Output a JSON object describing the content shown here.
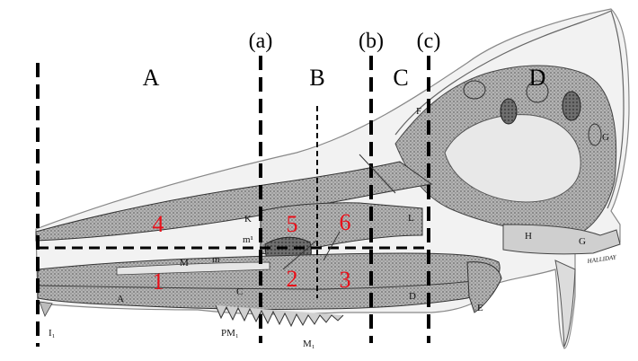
{
  "top_labels": {
    "a": "(a)",
    "b": "(b)",
    "c": "(c)",
    "A": "A",
    "B": "B",
    "C": "C",
    "D": "D"
  },
  "region_numbers": {
    "n1": "1",
    "n2": "2",
    "n3": "3",
    "n4": "4",
    "n5": "5",
    "n6": "6"
  },
  "anatomical_labels": {
    "K": "K",
    "F": "F",
    "G_top": "G",
    "G_bottom": "G",
    "H": "H",
    "L": "L",
    "M": "M",
    "m_upper": "m¹",
    "m_lower": "m",
    "A": "A",
    "C": "C",
    "D": "D",
    "E": "E",
    "I1": "I₁",
    "PM1": "PM₁",
    "M1": "M₁",
    "signature": "HALLIDAY"
  },
  "colors": {
    "number_red": "#e8101a",
    "ink": "#111111",
    "bone_fill": "#a9a9a9",
    "bone_dark": "#6b6b6b",
    "skull_outline": "#7a7a7a",
    "cranium_fill": "#f4f4f4"
  }
}
